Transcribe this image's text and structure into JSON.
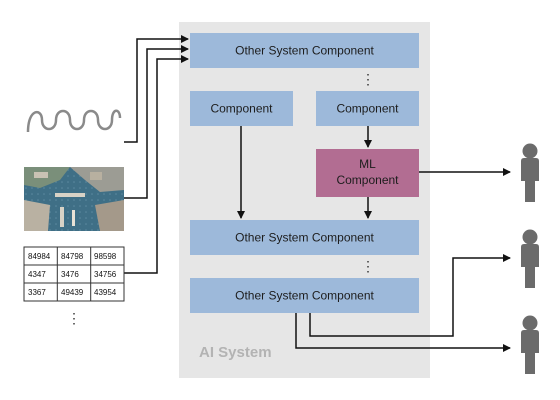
{
  "system": {
    "label": "AI System"
  },
  "boxes": {
    "top": "Other System Component",
    "component_left": "Component",
    "component_right": "Component",
    "ml_line1": "ML",
    "ml_line2": "Component",
    "middle": "Other System Component",
    "bottom": "Other System Component"
  },
  "ellipsis": "⋮",
  "table": {
    "rows": [
      [
        "84984",
        "84798",
        "98598"
      ],
      [
        "4347",
        "3476",
        "34756"
      ],
      [
        "3367",
        "49439",
        "43954"
      ]
    ]
  },
  "colors": {
    "system_bg": "#e6e6e6",
    "component": "#9db9da",
    "ml_component": "#b26d92",
    "person": "#6b6b6b"
  },
  "icons": [
    "sine-wave-icon",
    "aerial-photo-icon",
    "data-table-icon",
    "person-icon"
  ]
}
